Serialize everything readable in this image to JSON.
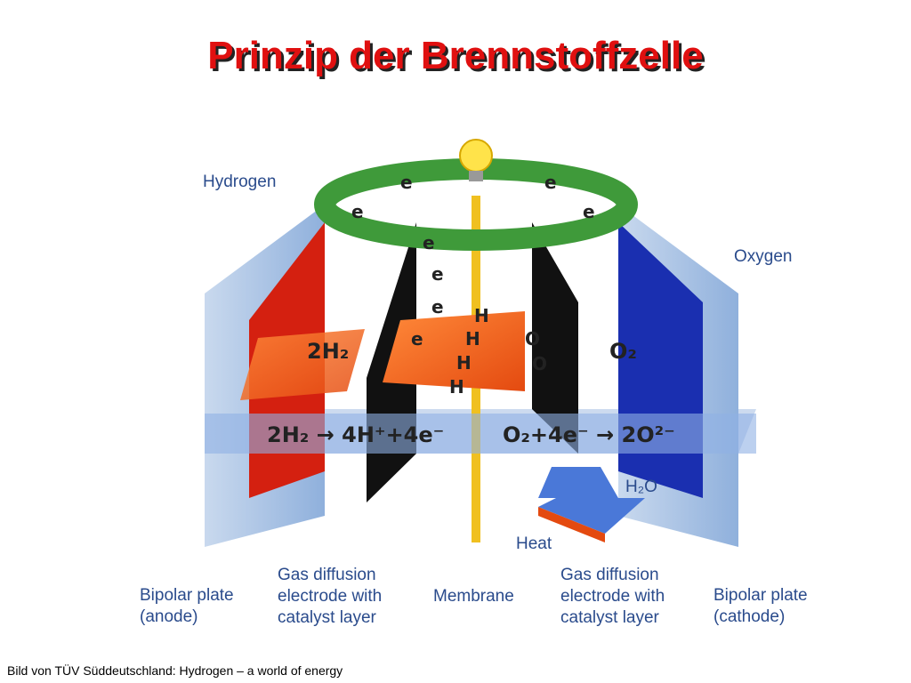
{
  "title": "Prinzip der Brennstoffzelle",
  "caption": "Bild von TÜV Süddeutschland: Hydrogen – a world of energy",
  "labels": {
    "hydrogen": "Hydrogen",
    "oxygen": "Oxygen",
    "h2o": "H₂O",
    "heat": "Heat",
    "bipolar_anode": [
      "Bipolar plate",
      "(anode)"
    ],
    "gde_left": [
      "Gas diffusion",
      "electrode with",
      "catalyst layer"
    ],
    "membrane": "Membrane",
    "gde_right": [
      "Gas diffusion",
      "electrode with",
      "catalyst layer"
    ],
    "bipolar_cathode": [
      "Bipolar plate",
      "(cathode)"
    ]
  },
  "chemistry": {
    "anode_equation": "2H₂ → 4H⁺+4e⁻",
    "cathode_equation": "O₂+4e⁻ → 2O²⁻",
    "anode_gas": "2H₂",
    "cathode_gas": "O₂",
    "electron": "e",
    "proton": "H",
    "oxygen_ion": "O"
  },
  "colors": {
    "title": "#e01010",
    "anode_plate": "#d42010",
    "cathode_plate": "#1a2fb0",
    "circuit": "#3f9a3a",
    "membrane": "#f0c020",
    "label_text": "#2a4b8c"
  }
}
